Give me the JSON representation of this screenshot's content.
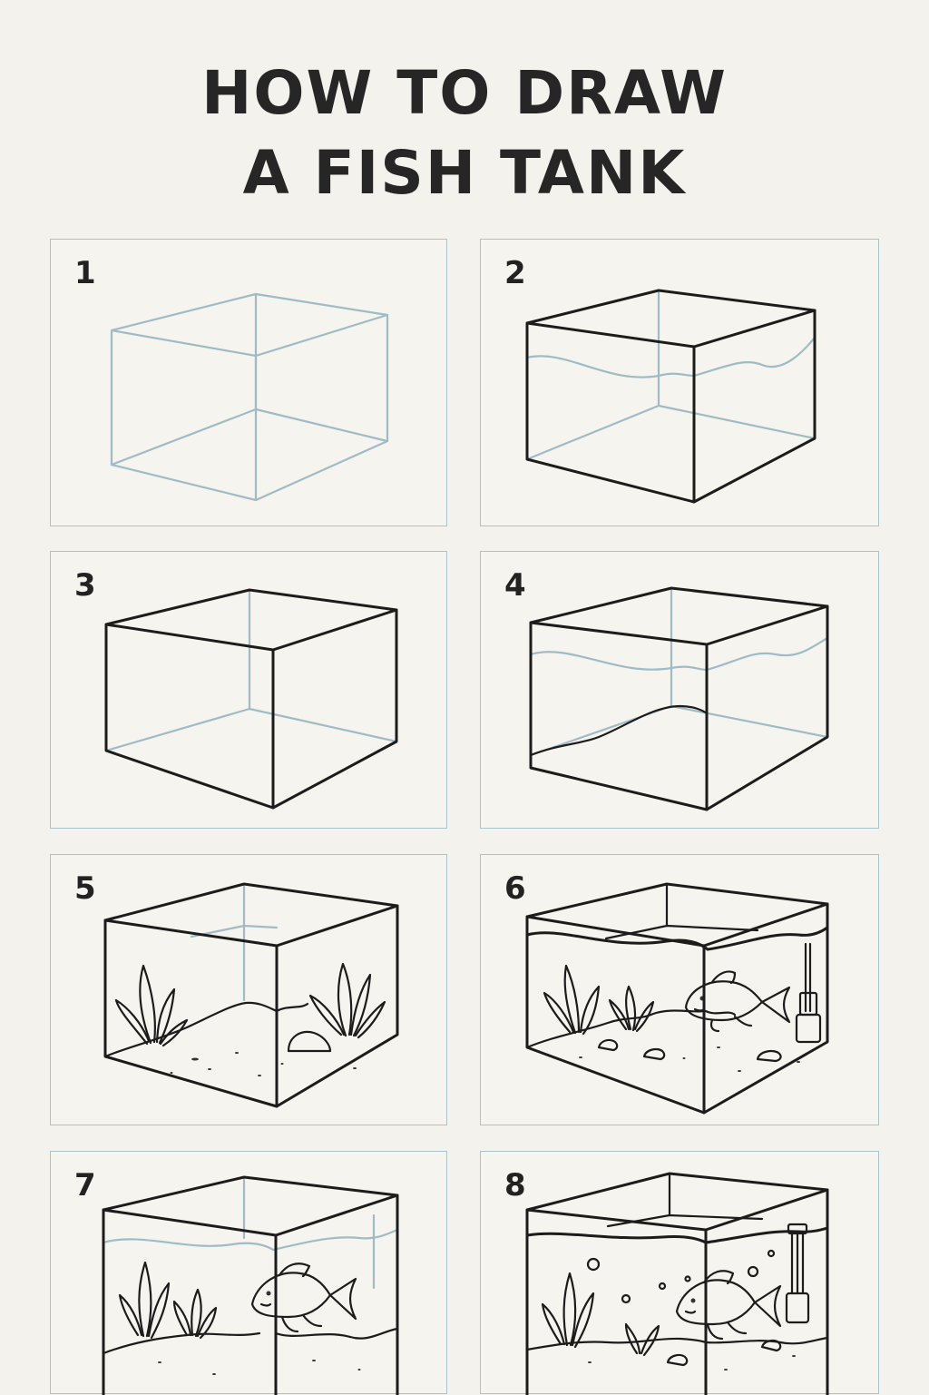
{
  "title": {
    "line1": "HOW TO DRAW",
    "line2": "A FISH TANK"
  },
  "steps": [
    {
      "number": "1"
    },
    {
      "number": "2"
    },
    {
      "number": "3"
    },
    {
      "number": "4"
    },
    {
      "number": "5"
    },
    {
      "number": "6"
    },
    {
      "number": "7"
    },
    {
      "number": "8"
    }
  ],
  "colors": {
    "background": "#f4f2ec",
    "ink": "#1c1c1c",
    "guide_blue": "#9fbcc6",
    "panel_border": "#a9c3cc"
  }
}
